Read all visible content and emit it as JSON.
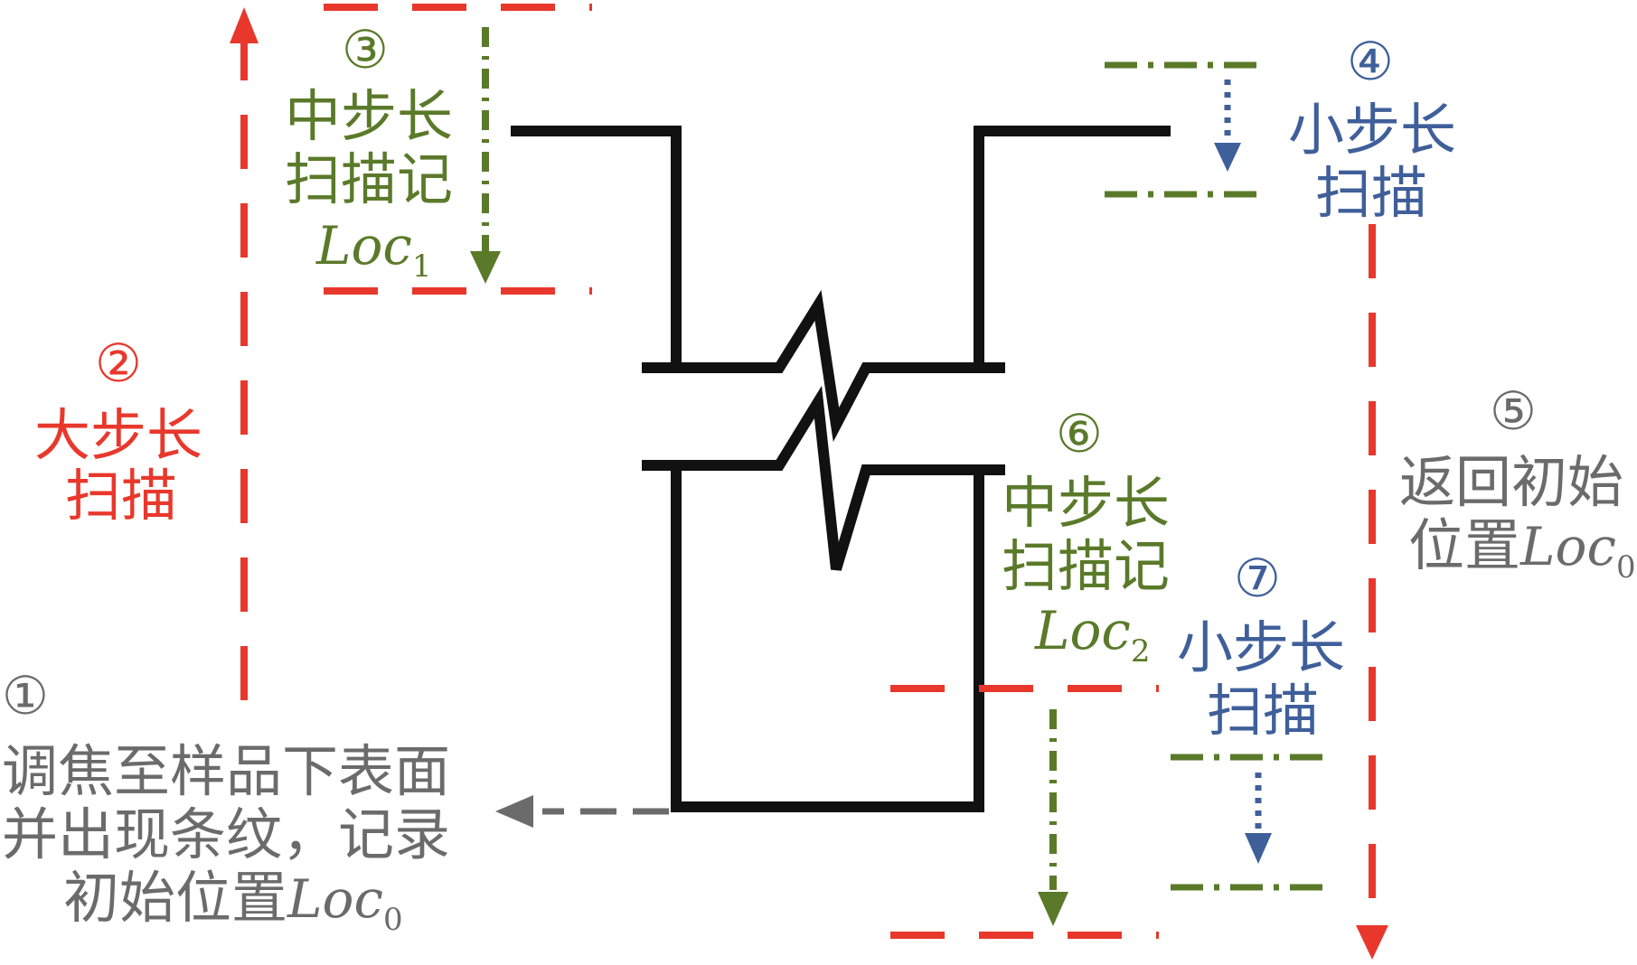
{
  "colors": {
    "red": "#e8382c",
    "green": "#5a7a2a",
    "blue": "#3f5f9a",
    "gray": "#6b6b6b",
    "black": "#111111"
  },
  "step1": {
    "num": "①",
    "line1": "调焦至样品下表面",
    "line2": "并出现条纹，记录",
    "line3_prefix": "初始位置",
    "loc": "Loc",
    "sub": "0"
  },
  "step2": {
    "num": "②",
    "line1": "大步长",
    "line2": "扫描"
  },
  "step3": {
    "num": "③",
    "line1": "中步长",
    "line2": "扫描记",
    "loc": "Loc",
    "sub": "1"
  },
  "step4": {
    "num": "④",
    "line1": "小步长",
    "line2": "扫描"
  },
  "step5": {
    "num": "⑤",
    "line1": "返回初始",
    "line2_prefix": "位置",
    "loc": "Loc",
    "sub": "0"
  },
  "step6": {
    "num": "⑥",
    "line1": "中步长",
    "line2": "扫描记",
    "loc": "Loc",
    "sub": "2"
  },
  "step7": {
    "num": "⑦",
    "line1": "小步长",
    "line2": "扫描"
  }
}
